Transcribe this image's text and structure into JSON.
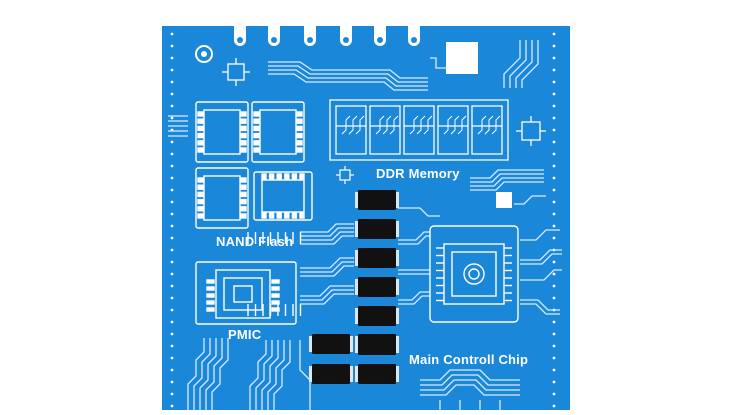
{
  "colors": {
    "board": "#1b87d9",
    "board_edge": "#1878c4",
    "trace": "#d8ecff",
    "chip": "#111111",
    "white": "#ffffff"
  },
  "labels": {
    "ddr": "DDR Memory",
    "nand": "NAND Flash",
    "pmic": "PMIC",
    "main_chip": "Main Controll Chip"
  }
}
